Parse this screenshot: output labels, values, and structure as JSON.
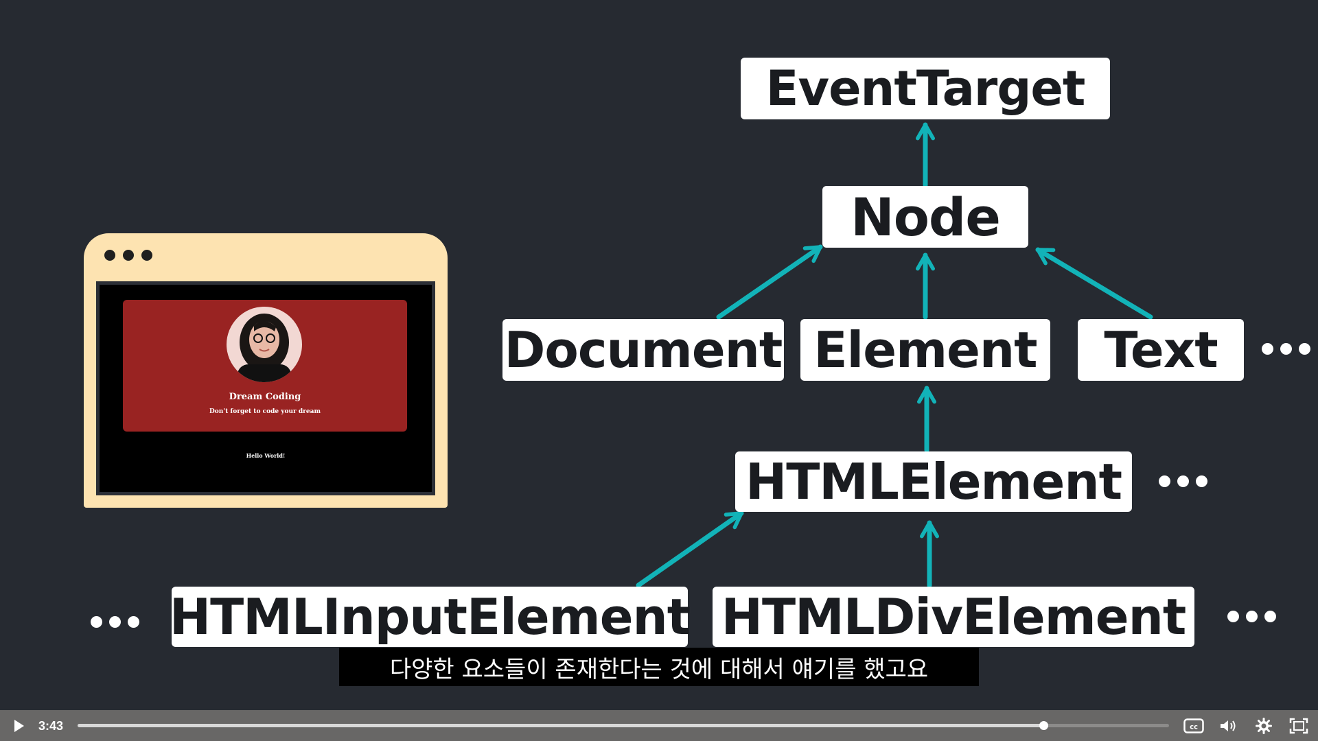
{
  "diagram": {
    "event_target": "EventTarget",
    "node": "Node",
    "document": "Document",
    "element": "Element",
    "text": "Text",
    "html_element": "HTMLElement",
    "html_input_element": "HTMLInputElement",
    "html_div_element": "HTMLDivElement"
  },
  "browser_preview": {
    "card_title": "Dream Coding",
    "card_subtitle": "Don't forget to code your dream",
    "body_text": "Hello World!"
  },
  "subtitle": "다양한 요소들이 존재한다는 것에 대해서 얘기를 했고요",
  "player": {
    "current_time": "3:43",
    "progress": 0.885,
    "icons": {
      "play": "play-icon",
      "captions": "closed-captions-icon",
      "volume": "volume-icon",
      "settings": "gear-icon",
      "fullscreen": "fullscreen-icon"
    }
  },
  "colors": {
    "background": "#262a31",
    "arrow": "#12b3b8",
    "box": "#ffffff",
    "browser_frame": "#fde3b1",
    "card": "#992322",
    "control_bar": "#686766"
  }
}
